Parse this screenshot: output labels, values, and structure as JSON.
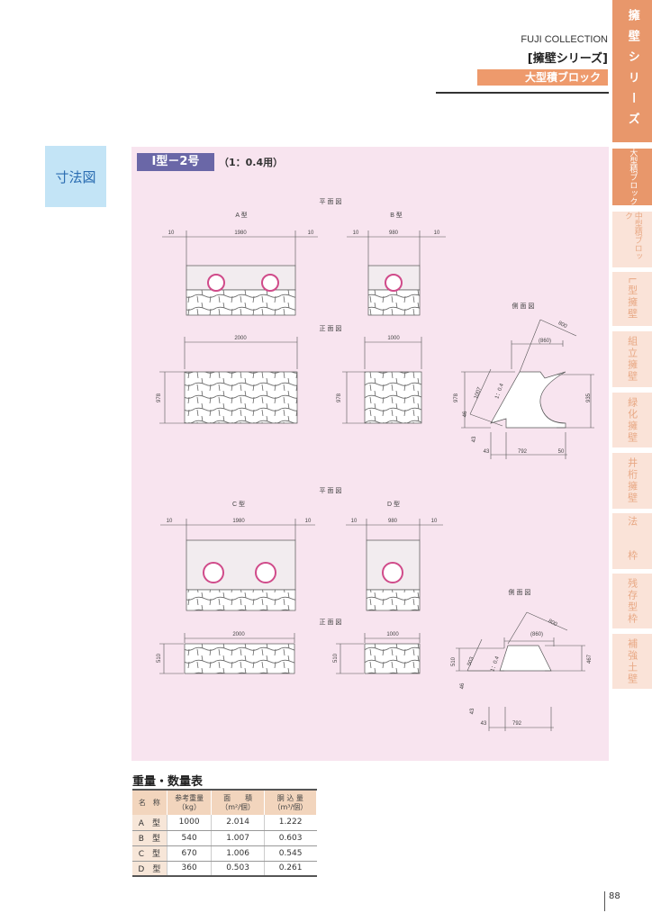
{
  "header": {
    "collection": "FUJI COLLECTION",
    "series": "[擁壁シリーズ]",
    "category": "大型積ブロック"
  },
  "side_tabs": [
    {
      "label": "擁壁シリーズ"
    },
    {
      "label": "大型積ブロック"
    },
    {
      "label": "中型積ブロック"
    },
    {
      "label": "L型擁壁"
    },
    {
      "label": "組立擁壁"
    },
    {
      "label": "緑化擁壁"
    },
    {
      "label": "井桁擁壁"
    },
    {
      "label": "法　枠"
    },
    {
      "label": "残存型枠"
    },
    {
      "label": "補強土壁"
    }
  ],
  "section_label": "寸法図",
  "product": {
    "title": "I型－2号",
    "scale": "（1：0.4用）"
  },
  "drawing": {
    "plan": "平 面 図",
    "front": "正 面 図",
    "side": "側 面 図",
    "type_a": "A 型",
    "type_b": "B 型",
    "type_c": "C 型",
    "type_d": "D 型",
    "d10": "10",
    "d1980": "1980",
    "d980": "980",
    "d2000": "2000",
    "d1000": "1000",
    "d978": "978",
    "d510": "510",
    "d800": "800",
    "d860": "(860)",
    "d1007": "1007",
    "d503": "503",
    "ratio": "1：0.4",
    "d46": "46",
    "d43": "43",
    "d792": "792",
    "d50": "50",
    "d935": "935",
    "d467": "467"
  },
  "table": {
    "title": "重量・数量表",
    "headers": {
      "name": "名　称",
      "weight": "参考重量",
      "weight_unit": "（kg）",
      "area": "面　　積",
      "area_unit": "（m²/個）",
      "fill": "胴 込 量",
      "fill_unit": "（m³/個）"
    },
    "rows": [
      {
        "name": "A　型",
        "weight": "1000",
        "area": "2.014",
        "fill": "1.222"
      },
      {
        "name": "B　型",
        "weight": "540",
        "area": "1.007",
        "fill": "0.603"
      },
      {
        "name": "C　型",
        "weight": "670",
        "area": "1.006",
        "fill": "0.545"
      },
      {
        "name": "D　型",
        "weight": "360",
        "area": "0.503",
        "fill": "0.261"
      }
    ]
  },
  "page_number": "88"
}
